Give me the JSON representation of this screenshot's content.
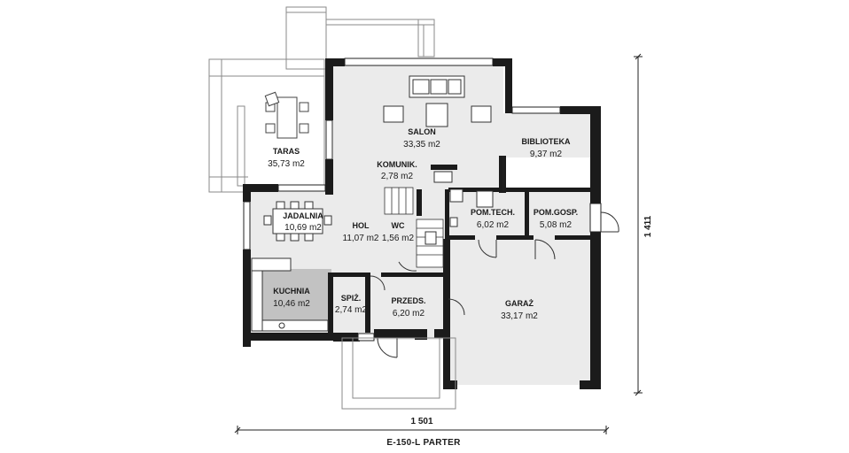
{
  "plan": {
    "title": "E-150-L PARTER",
    "width_dim": "1 501",
    "height_dim": "1 411",
    "colors": {
      "wall": "#1b1b1b",
      "floor": "#eaeaea",
      "kitchen_highlight": "#bfbfbf",
      "line": "#222222",
      "terrace_line": "#7a7a7a"
    },
    "rooms": [
      {
        "key": "salon",
        "name": "SALON",
        "area": "33,35 m2"
      },
      {
        "key": "biblioteka",
        "name": "BIBLIOTEKA",
        "area": "9,37 m2"
      },
      {
        "key": "taras",
        "name": "TARAS",
        "area": "35,73 m2"
      },
      {
        "key": "komunik",
        "name": "KOMUNIK.",
        "area": "2,78 m2"
      },
      {
        "key": "jadalnia",
        "name": "JADALNIA",
        "area": "10,69 m2"
      },
      {
        "key": "hol",
        "name": "HOL",
        "area": "11,07 m2"
      },
      {
        "key": "wc",
        "name": "WC",
        "area": "1,56 m2"
      },
      {
        "key": "pomtech",
        "name": "POM.TECH.",
        "area": "6,02 m2"
      },
      {
        "key": "pomgosp",
        "name": "POM.GOSP.",
        "area": "5,08 m2"
      },
      {
        "key": "kuchnia",
        "name": "KUCHNIA",
        "area": "10,46 m2"
      },
      {
        "key": "spiz",
        "name": "SPIŻ.",
        "area": "2,74 m2"
      },
      {
        "key": "przeds",
        "name": "PRZEDS.",
        "area": "6,20 m2"
      },
      {
        "key": "garaz",
        "name": "GARAŻ",
        "area": "33,17 m2"
      }
    ]
  }
}
